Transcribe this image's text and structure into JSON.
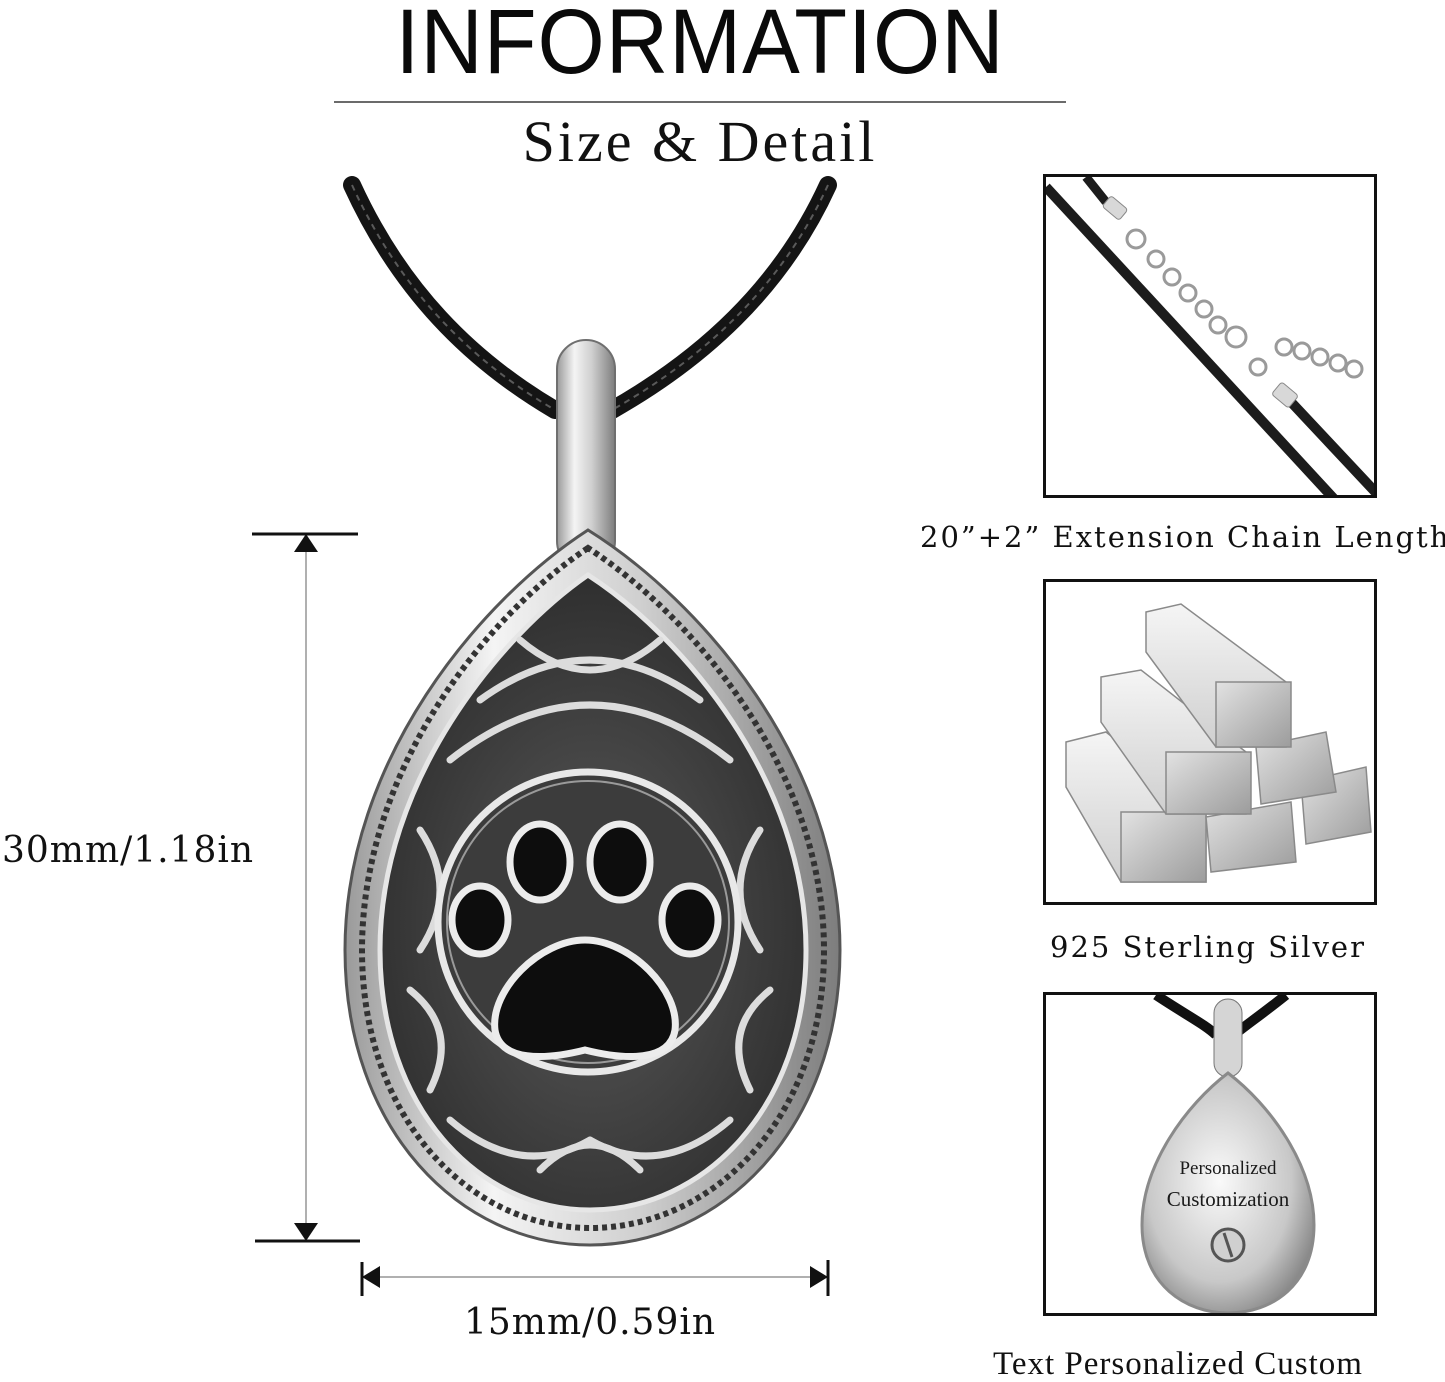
{
  "header": {
    "title": "INFORMATION",
    "subtitle": "Size & Detail"
  },
  "product": {
    "name": "paw-print-teardrop-urn-pendant",
    "dimensions": {
      "height_label": "30mm/1.18in",
      "width_label": "15mm/0.59in"
    }
  },
  "features": [
    {
      "image": "leather-cord-with-extension-chain",
      "caption": "20”+2” Extension Chain Length"
    },
    {
      "image": "stacked-silver-bars",
      "caption": "925 Sterling Silver"
    },
    {
      "image": "engraved-pendant-back",
      "caption": "Text Personalized Custom",
      "engraving_line1": "Personalized",
      "engraving_line2": "Customization"
    }
  ],
  "colors": {
    "text": "#111111",
    "cord": "#141414",
    "silver": "#c9c9c9",
    "enamel": "#0d0d0d",
    "rule": "#6b6b6b"
  }
}
